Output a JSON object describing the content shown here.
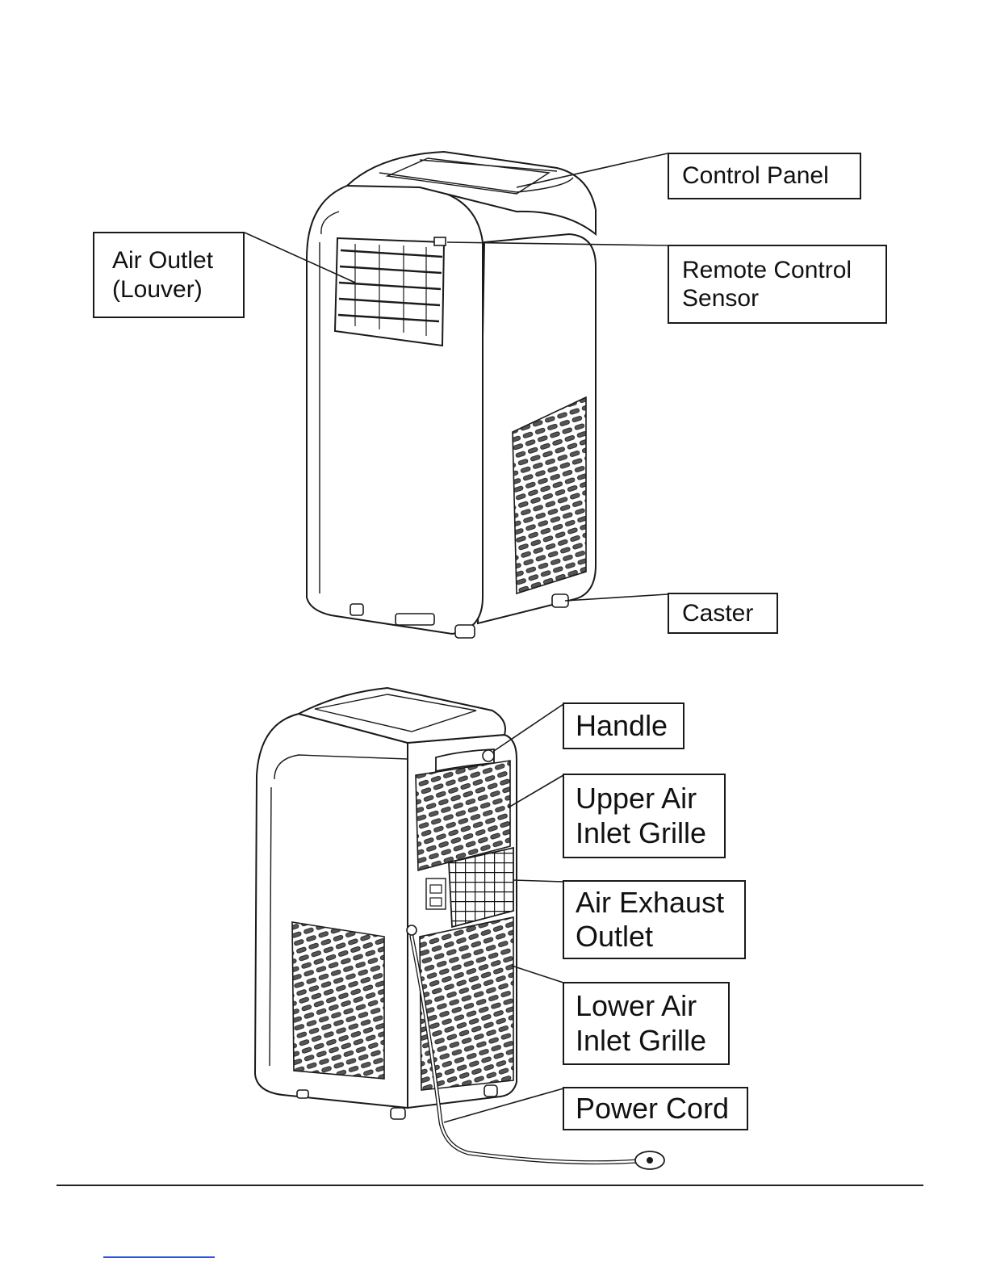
{
  "labels": {
    "control_panel": "Control Panel",
    "air_outlet_1": "Air Outlet",
    "air_outlet_2": "(Louver)",
    "remote_sensor_1": "Remote Control",
    "remote_sensor_2": "Sensor",
    "caster": "Caster",
    "handle": "Handle",
    "upper_grille_1": "Upper Air",
    "upper_grille_2": "Inlet Grille",
    "exhaust_1": "Air Exhaust",
    "exhaust_2": "Outlet",
    "lower_grille_1": "Lower Air",
    "lower_grille_2": "Inlet Grille",
    "power_cord": "Power Cord"
  },
  "colors": {
    "line": "#1a1a1a",
    "link": "#3355cc"
  }
}
